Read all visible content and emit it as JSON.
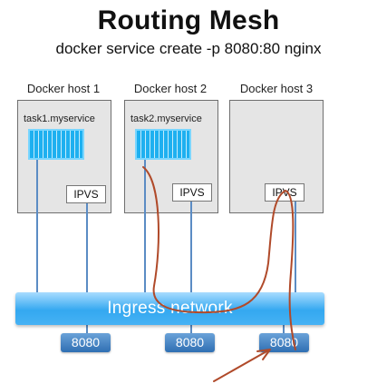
{
  "title": "Routing Mesh",
  "subtitle": "docker service create -p 8080:80 nginx",
  "hosts": [
    {
      "label": "Docker host 1",
      "task": "task1.myservice",
      "ipvs": "IPVS",
      "port": "8080"
    },
    {
      "label": "Docker host 2",
      "task": "task2.myservice",
      "ipvs": "IPVS",
      "port": "8080"
    },
    {
      "label": "Docker host 3",
      "task": "",
      "ipvs": "IPVS",
      "port": "8080"
    }
  ],
  "ingress": {
    "label": "Ingress network"
  },
  "colors": {
    "host_box": "#e5e5e5",
    "container": "#1eb0f0",
    "ingress": "#34a8f0",
    "port": "#2f6fb3",
    "annotation": "#b04a2a",
    "link_line": "#5b8cc4"
  }
}
